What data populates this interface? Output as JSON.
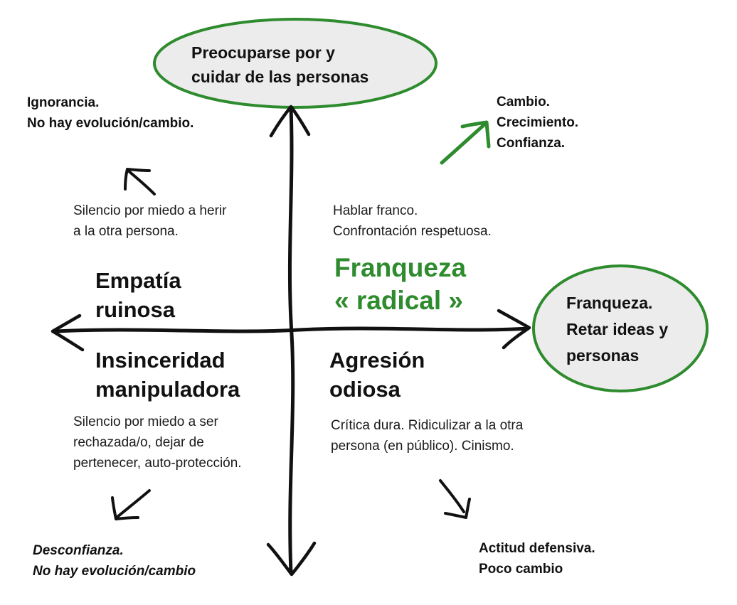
{
  "accent_color": "#2e8b2e",
  "top_oval": {
    "lines": [
      "Preocuparse por y",
      "cuidar de las personas"
    ]
  },
  "right_oval": {
    "lines": [
      "Franqueza.",
      "Retar ideas y",
      "personas"
    ]
  },
  "center": {
    "lines": [
      "Franqueza",
      "« radical »"
    ]
  },
  "quadrants": {
    "top_left": {
      "title": [
        "Empatía",
        "ruinosa"
      ],
      "description": [
        "Silencio por miedo a herir",
        "a la otra persona."
      ],
      "outcome": [
        "Ignorancia.",
        "No hay evolución/cambio."
      ]
    },
    "top_right": {
      "description": [
        "Hablar franco.",
        "Confrontación respetuosa."
      ],
      "outcome": [
        "Cambio.",
        "Crecimiento.",
        "Confianza."
      ]
    },
    "bottom_left": {
      "title": [
        "Insinceridad",
        "manipuladora"
      ],
      "description": [
        "Silencio por miedo a ser",
        "rechazada/o, dejar de",
        "pertenecer, auto-protección."
      ],
      "outcome": [
        "Desconfianza.",
        "No hay evolución/cambio"
      ]
    },
    "bottom_right": {
      "title": [
        "Agresión",
        "odiosa"
      ],
      "description": [
        "Crítica dura. Ridiculizar a la otra",
        "persona (en público). Cinismo."
      ],
      "outcome": [
        "Actitud defensiva.",
        "Poco cambio"
      ]
    }
  }
}
